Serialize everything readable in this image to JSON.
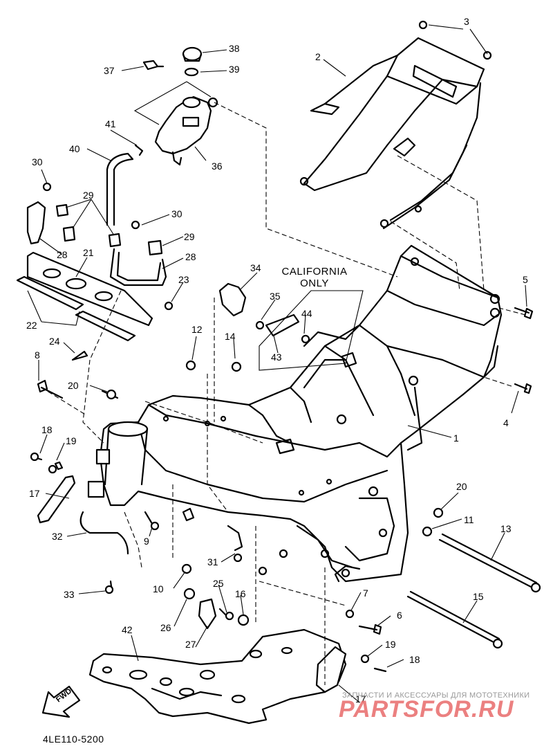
{
  "diagram": {
    "code": "4LE110-5200",
    "note": "CALIFORNIA\nONLY",
    "fwd_label": "FWD",
    "watermark": {
      "caption": "ЗАПЧАСТИ И АКСЕССУАРЫ ДЛЯ МОТОТЕХНИКИ",
      "logo": "PARTSFOR.RU"
    },
    "callouts": [
      "1",
      "2",
      "3",
      "4",
      "5",
      "6",
      "7",
      "8",
      "9",
      "10",
      "11",
      "12",
      "13",
      "14",
      "15",
      "16",
      "17",
      "17",
      "18",
      "18",
      "19",
      "19",
      "20",
      "20",
      "21",
      "22",
      "23",
      "24",
      "25",
      "26",
      "27",
      "28",
      "28",
      "29",
      "29",
      "30",
      "30",
      "31",
      "32",
      "33",
      "34",
      "35",
      "36",
      "37",
      "38",
      "39",
      "40",
      "41",
      "42",
      "43",
      "44"
    ]
  }
}
